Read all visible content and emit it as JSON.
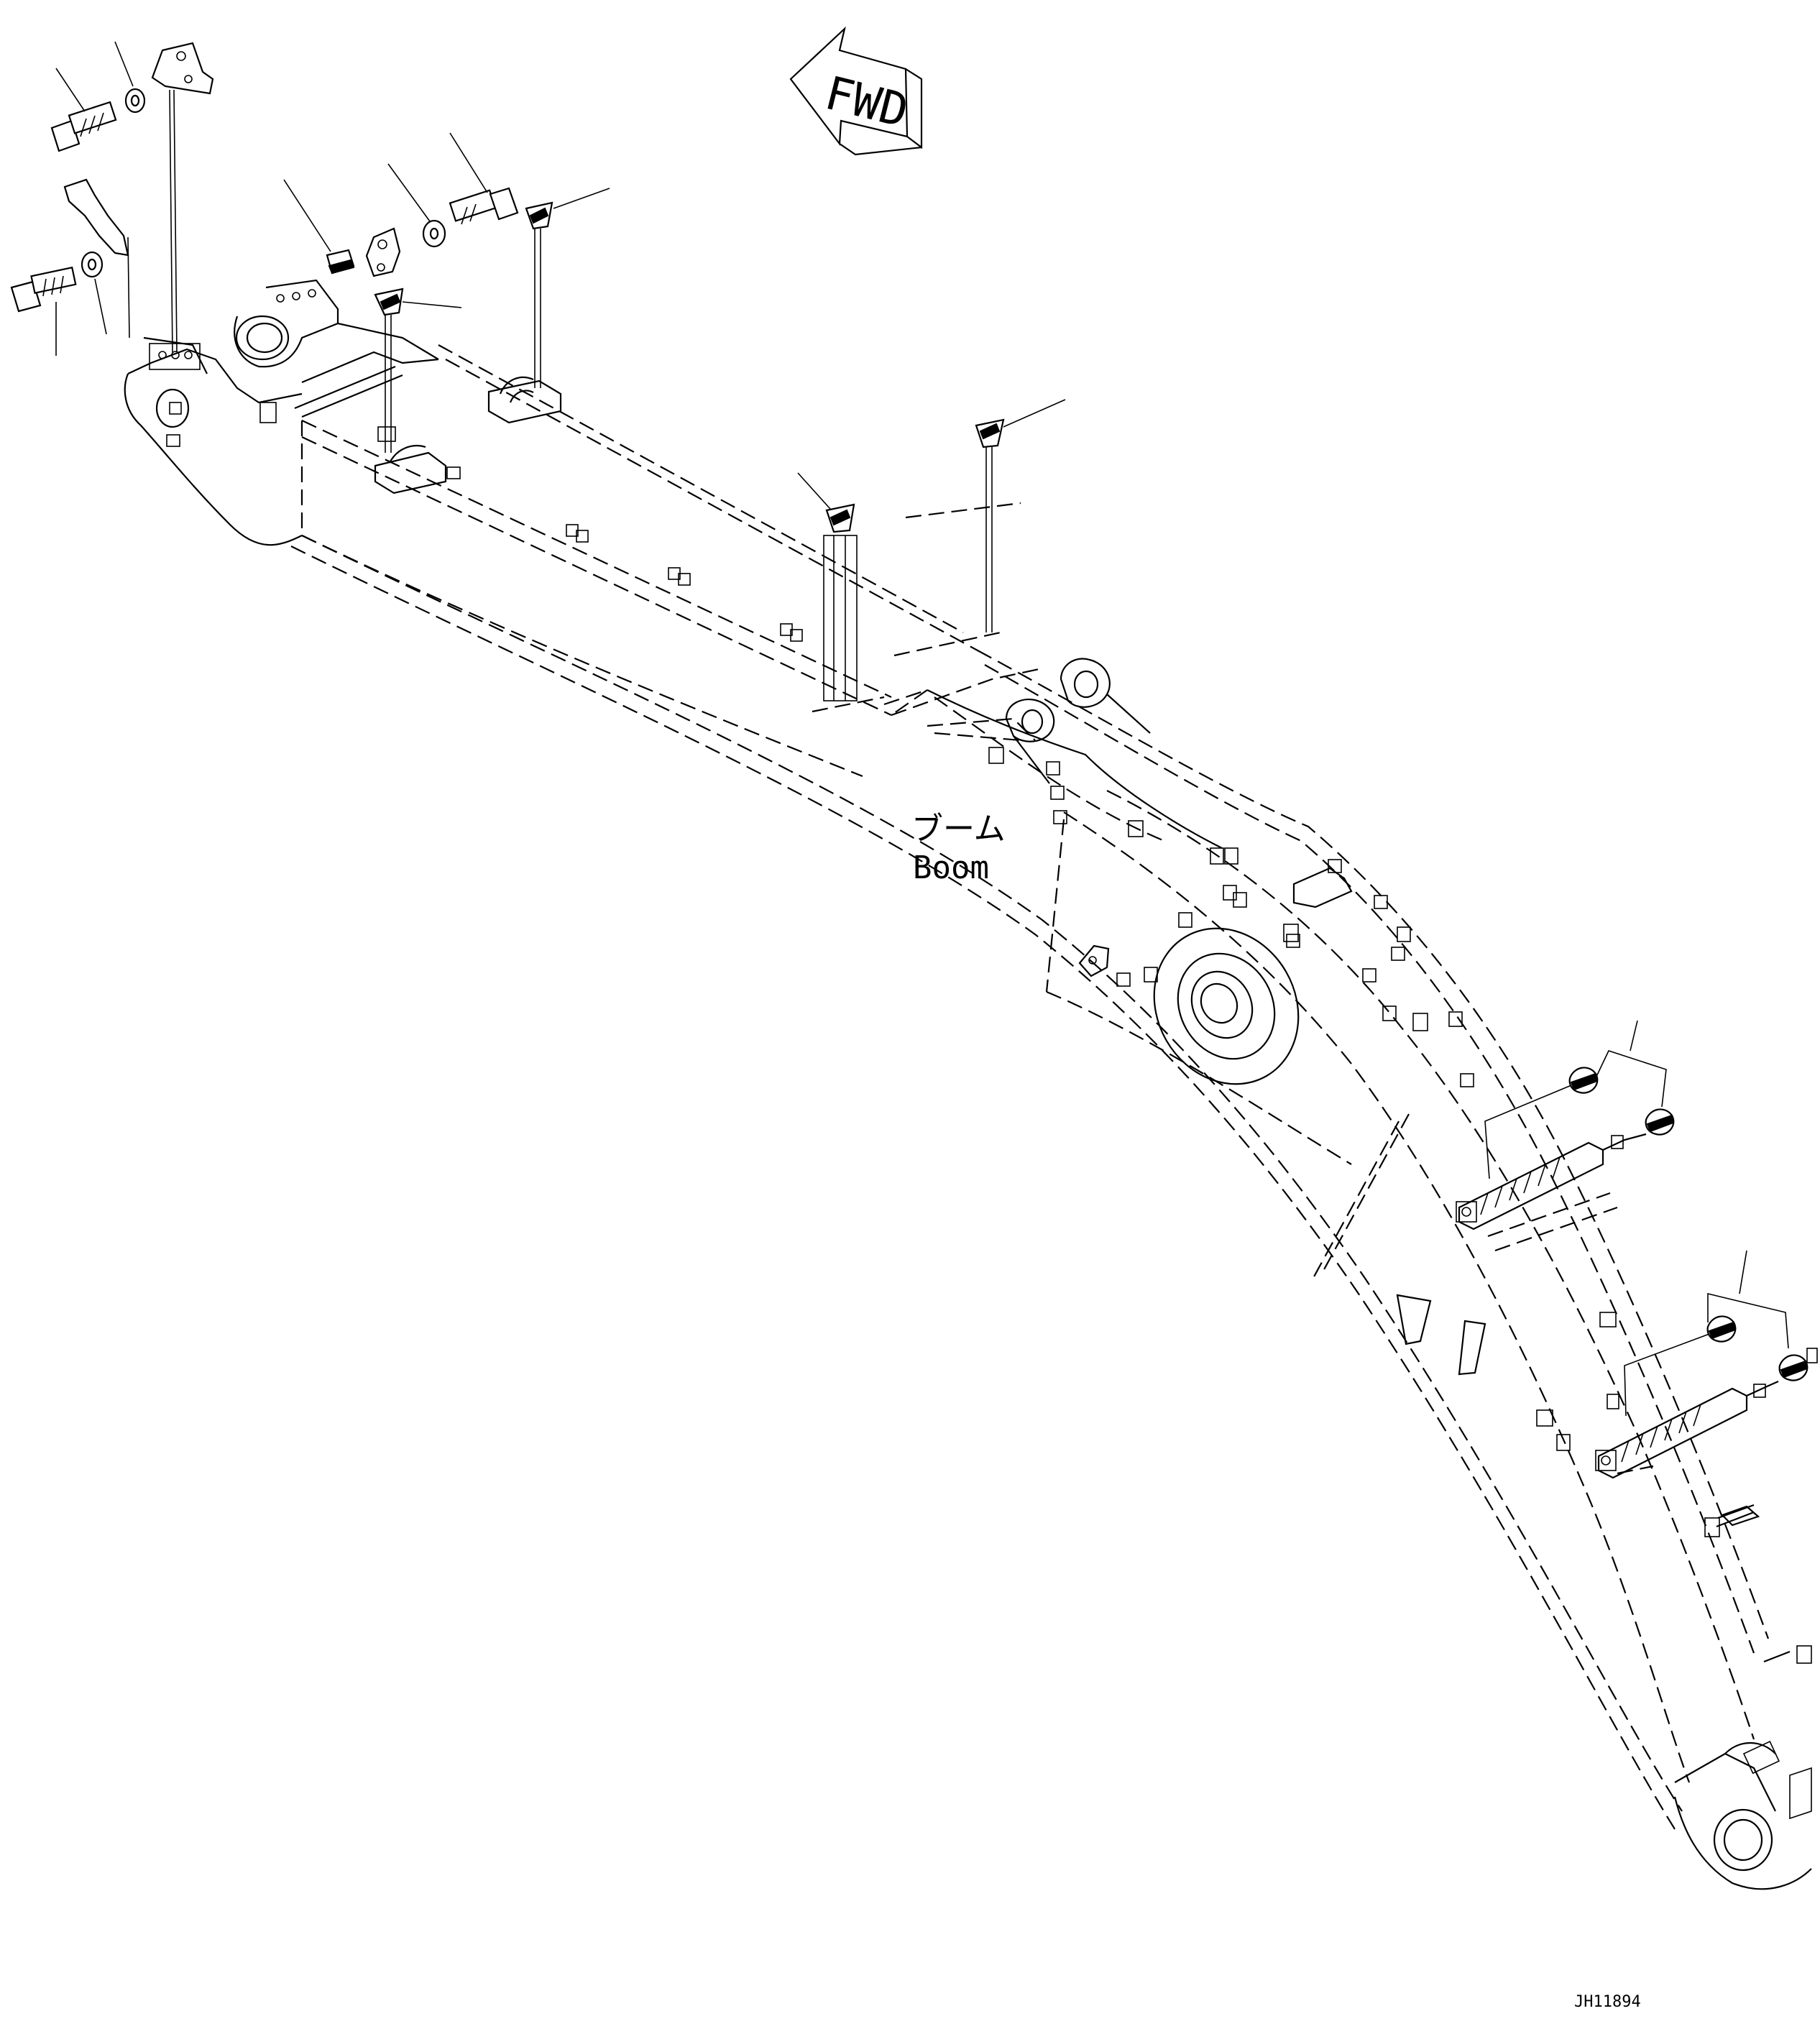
{
  "labels": {
    "fwd": "FWD",
    "part_name_jp": "ブーム",
    "part_name_en": "Boom",
    "drawing_code": "JH11894"
  },
  "colors": {
    "line": "#000000",
    "background": "#ffffff"
  },
  "icons": {
    "forward_arrow": "fwd-arrow-icon"
  }
}
